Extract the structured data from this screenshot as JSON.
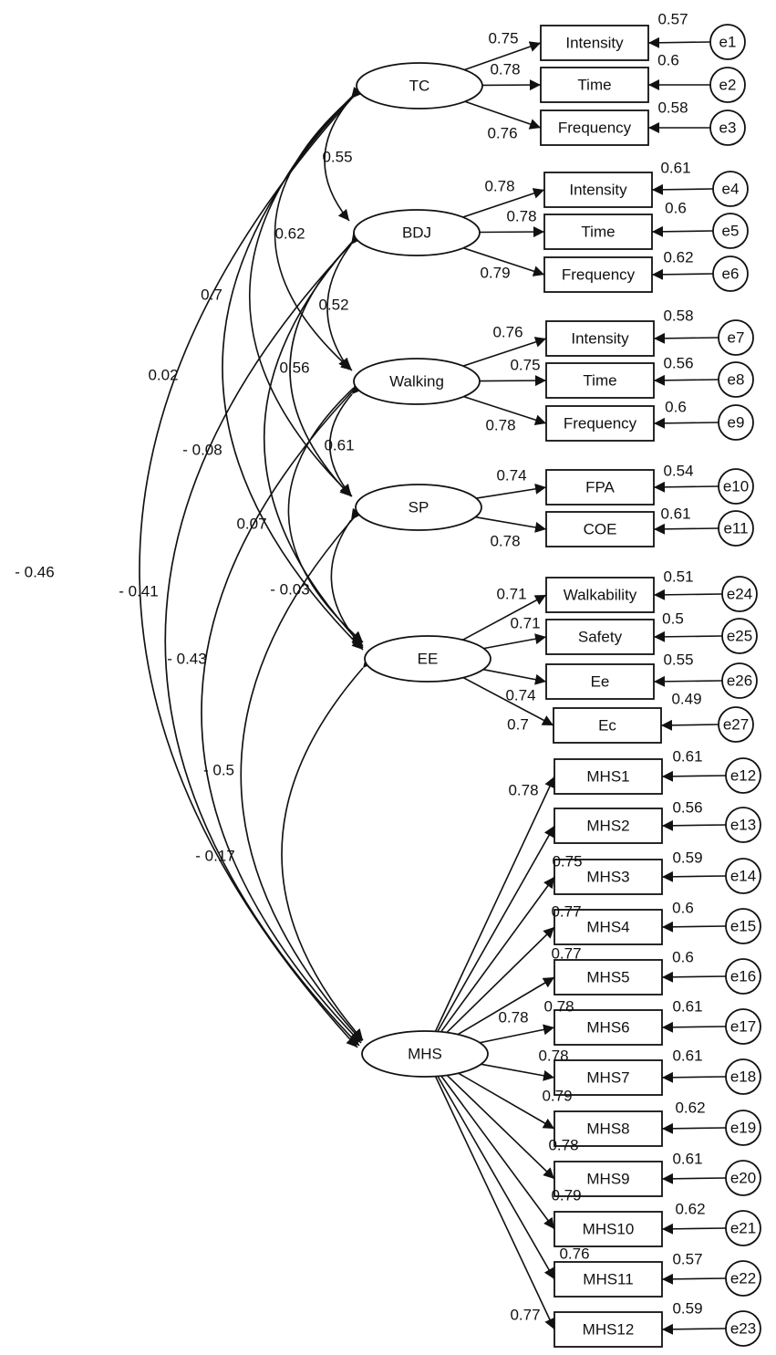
{
  "latent_variables": [
    {
      "id": "TC",
      "label": "TC"
    },
    {
      "id": "BDJ",
      "label": "BDJ"
    },
    {
      "id": "Walking",
      "label": "Walking"
    },
    {
      "id": "SP",
      "label": "SP"
    },
    {
      "id": "EE",
      "label": "EE"
    },
    {
      "id": "MHS",
      "label": "MHS"
    }
  ],
  "indicators": [
    {
      "latent": "TC",
      "label": "Intensity",
      "loading": "0.75",
      "r2": "0.57",
      "error": "e1"
    },
    {
      "latent": "TC",
      "label": "Time",
      "loading": "0.78",
      "r2": "0.6",
      "error": "e2"
    },
    {
      "latent": "TC",
      "label": "Frequency",
      "loading": "0.76",
      "r2": "0.58",
      "error": "e3"
    },
    {
      "latent": "BDJ",
      "label": "Intensity",
      "loading": "0.78",
      "r2": "0.61",
      "error": "e4"
    },
    {
      "latent": "BDJ",
      "label": "Time",
      "loading": "0.78",
      "r2": "0.6",
      "error": "e5"
    },
    {
      "latent": "BDJ",
      "label": "Frequency",
      "loading": "0.79",
      "r2": "0.62",
      "error": "e6"
    },
    {
      "latent": "Walking",
      "label": "Intensity",
      "loading": "0.76",
      "r2": "0.58",
      "error": "e7"
    },
    {
      "latent": "Walking",
      "label": "Time",
      "loading": "0.75",
      "r2": "0.56",
      "error": "e8"
    },
    {
      "latent": "Walking",
      "label": "Frequency",
      "loading": "0.78",
      "r2": "0.6",
      "error": "e9"
    },
    {
      "latent": "SP",
      "label": "FPA",
      "loading": "0.74",
      "r2": "0.54",
      "error": "e10"
    },
    {
      "latent": "SP",
      "label": "COE",
      "loading": "0.78",
      "r2": "0.61",
      "error": "e11"
    },
    {
      "latent": "EE",
      "label": "Walkability",
      "loading": "0.71",
      "r2": "0.51",
      "error": "e24"
    },
    {
      "latent": "EE",
      "label": "Safety",
      "loading": "0.71",
      "r2": "0.5",
      "error": "e25"
    },
    {
      "latent": "EE",
      "label": "Ee",
      "loading": "0.74",
      "r2": "0.55",
      "error": "e26"
    },
    {
      "latent": "EE",
      "label": "Ec",
      "loading": "0.7",
      "r2": "0.49",
      "error": "e27"
    },
    {
      "latent": "MHS",
      "label": "MHS1",
      "loading": "0.78",
      "r2": "0.61",
      "error": "e12"
    },
    {
      "latent": "MHS",
      "label": "MHS2",
      "loading": "0.75",
      "r2": "0.56",
      "error": "e13"
    },
    {
      "latent": "MHS",
      "label": "MHS3",
      "loading": "0.77",
      "r2": "0.59",
      "error": "e14"
    },
    {
      "latent": "MHS",
      "label": "MHS4",
      "loading": "0.77",
      "r2": "0.6",
      "error": "e15"
    },
    {
      "latent": "MHS",
      "label": "MHS5",
      "loading": "0.78",
      "r2": "0.6",
      "error": "e16"
    },
    {
      "latent": "MHS",
      "label": "MHS6",
      "loading": "0.78",
      "r2": "0.61",
      "error": "e17"
    },
    {
      "latent": "MHS",
      "label": "MHS7",
      "loading": "0.78",
      "r2": "0.61",
      "error": "e18"
    },
    {
      "latent": "MHS",
      "label": "MHS8",
      "loading": "0.79",
      "r2": "0.62",
      "error": "e19"
    },
    {
      "latent": "MHS",
      "label": "MHS9",
      "loading": "0.78",
      "r2": "0.61",
      "error": "e20"
    },
    {
      "latent": "MHS",
      "label": "MHS10",
      "loading": "0.79",
      "r2": "0.62",
      "error": "e21"
    },
    {
      "latent": "MHS",
      "label": "MHS11",
      "loading": "0.76",
      "r2": "0.57",
      "error": "e22"
    },
    {
      "latent": "MHS",
      "label": "MHS12",
      "loading": "0.77",
      "r2": "0.59",
      "error": "e23"
    }
  ],
  "correlations": [
    {
      "from": "TC",
      "to": "BDJ",
      "value": "0.55"
    },
    {
      "from": "TC",
      "to": "Walking",
      "value": "0.62"
    },
    {
      "from": "TC",
      "to": "SP",
      "value": "0.7"
    },
    {
      "from": "TC",
      "to": "EE",
      "value": "0.02"
    },
    {
      "from": "TC",
      "to": "MHS",
      "value": "- 0.46"
    },
    {
      "from": "BDJ",
      "to": "Walking",
      "value": "0.52"
    },
    {
      "from": "BDJ",
      "to": "SP",
      "value": "0.56"
    },
    {
      "from": "BDJ",
      "to": "EE",
      "value": "- 0.08"
    },
    {
      "from": "BDJ",
      "to": "MHS",
      "value": "- 0.41"
    },
    {
      "from": "Walking",
      "to": "SP",
      "value": "0.61"
    },
    {
      "from": "Walking",
      "to": "EE",
      "value": "0.07"
    },
    {
      "from": "Walking",
      "to": "MHS",
      "value": "- 0.43"
    },
    {
      "from": "SP",
      "to": "EE",
      "value": "- 0.03"
    },
    {
      "from": "SP",
      "to": "MHS",
      "value": "- 0.5"
    },
    {
      "from": "EE",
      "to": "MHS",
      "value": "- 0.17"
    }
  ]
}
